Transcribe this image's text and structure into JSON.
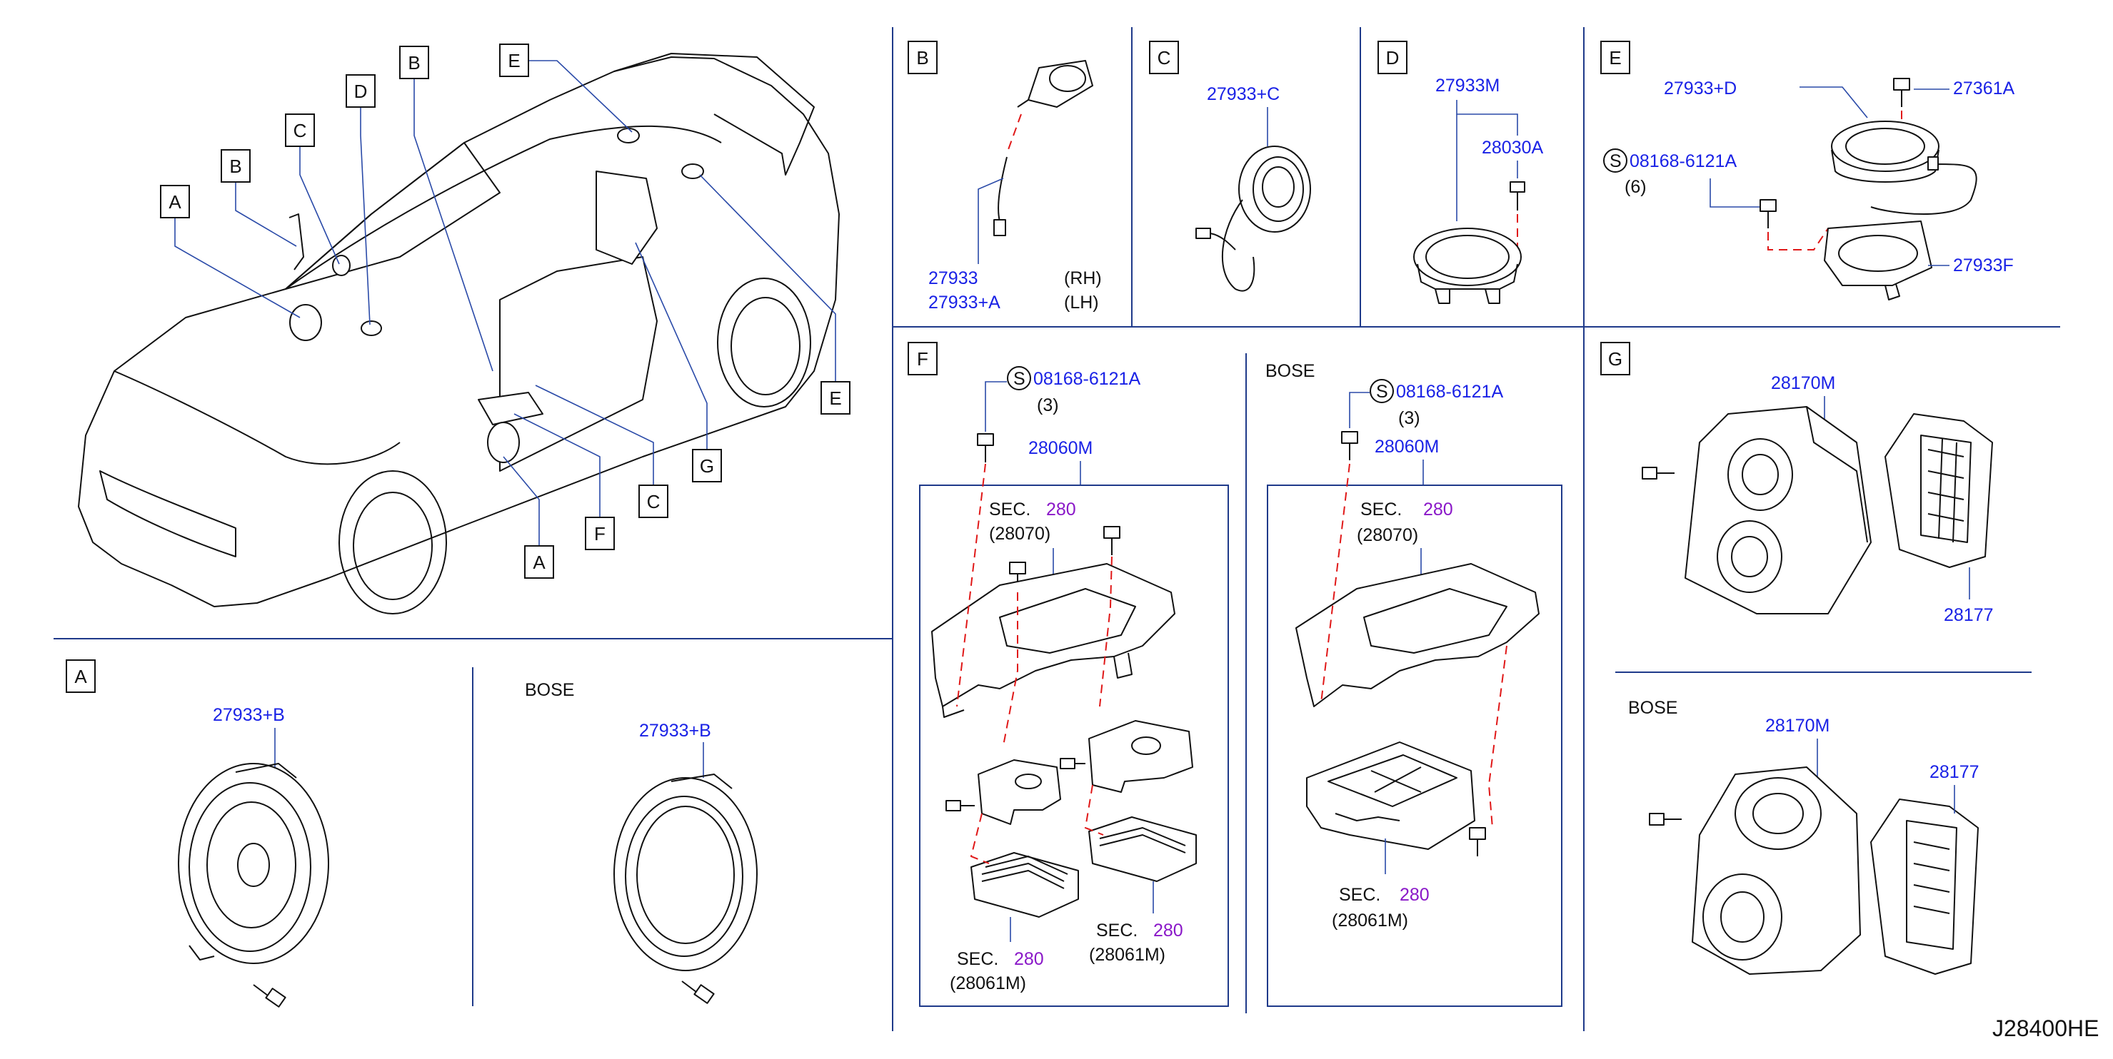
{
  "diagram_id": "J28400HE",
  "overview": {
    "callouts": [
      "A",
      "B",
      "C",
      "D",
      "E",
      "B",
      "E",
      "G",
      "C",
      "F",
      "A"
    ]
  },
  "panel_a": {
    "letter": "A",
    "part": "27933+B",
    "bose_label": "BOSE",
    "bose_part": "27933+B"
  },
  "panel_b": {
    "letter": "B",
    "part_rh": "27933",
    "part_lh": "27933+A",
    "rh": "(RH)",
    "lh": "(LH)"
  },
  "panel_c": {
    "letter": "C",
    "part": "27933+C"
  },
  "panel_d": {
    "letter": "D",
    "part_main": "27933M",
    "part_sub": "28030A"
  },
  "panel_e": {
    "letter": "E",
    "part_speaker": "27933+D",
    "part_screw": "27361A",
    "bolt_symbol": "S",
    "bolt": "08168-6121A",
    "bolt_qty": "(6)",
    "part_bracket": "27933F"
  },
  "panel_f": {
    "letter": "F",
    "bolt_symbol": "S",
    "bolt": "08168-6121A",
    "bolt_qty": "(3)",
    "part_bracket": "28060M",
    "sec_label": "SEC.",
    "sec_num": "280",
    "ref_28070": "(28070)",
    "ref_28061m": "(28061M)",
    "bose_label": "BOSE",
    "bose_bolt_symbol": "S",
    "bose_bolt": "08168-6121A",
    "bose_bolt_qty": "(3)",
    "bose_part_bracket": "28060M",
    "bose_ref_28070": "(28070)",
    "bose_ref_28061m": "(28061M)"
  },
  "panel_g": {
    "letter": "G",
    "part_box": "28170M",
    "part_amp": "28177",
    "bose_label": "BOSE",
    "bose_part_box": "28170M",
    "bose_part_amp": "28177"
  },
  "colors": {
    "part_number": "#1a22e6",
    "section_ref": "#8a18c8",
    "phantom_line": "#e01818",
    "frame": "#1f3a8a"
  }
}
